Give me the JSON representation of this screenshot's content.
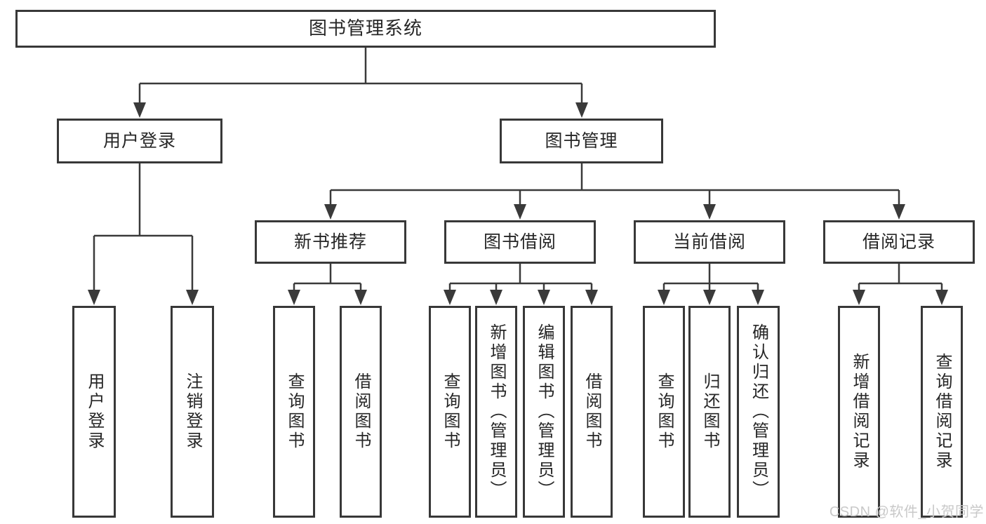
{
  "diagram": {
    "title": "图书管理系统",
    "root": {
      "label": "图书管理系统"
    },
    "level2": [
      {
        "label": "用户登录"
      },
      {
        "label": "图书管理"
      }
    ],
    "level3": [
      {
        "label": "新书推荐",
        "parent": "图书管理"
      },
      {
        "label": "图书借阅",
        "parent": "图书管理"
      },
      {
        "label": "当前借阅",
        "parent": "图书管理"
      },
      {
        "label": "借阅记录",
        "parent": "图书管理"
      }
    ],
    "leaves": [
      {
        "label": "用户登录",
        "parent": "用户登录"
      },
      {
        "label": "注销登录",
        "parent": "用户登录"
      },
      {
        "label": "查询图书",
        "parent": "新书推荐"
      },
      {
        "label": "借阅图书",
        "parent": "新书推荐"
      },
      {
        "label": "查询图书",
        "parent": "图书借阅"
      },
      {
        "label": "新增图书（管理员）",
        "parent": "图书借阅"
      },
      {
        "label": "编辑图书（管理员）",
        "parent": "图书借阅"
      },
      {
        "label": "借阅图书",
        "parent": "图书借阅"
      },
      {
        "label": "查询图书",
        "parent": "当前借阅"
      },
      {
        "label": "归还图书",
        "parent": "当前借阅"
      },
      {
        "label": "确认归还（管理员）",
        "parent": "当前借阅"
      },
      {
        "label": "新增借阅记录",
        "parent": "借阅记录"
      },
      {
        "label": "查询借阅记录",
        "parent": "借阅记录"
      }
    ]
  },
  "watermark": {
    "text": "CSDN @软件_小贺同学"
  },
  "colors": {
    "line": "#3a3a3a",
    "box_border": "#383838",
    "box_bg": "#ffffff",
    "text": "#262626",
    "background": "#ffffff",
    "watermark": "#c9c9c9"
  }
}
